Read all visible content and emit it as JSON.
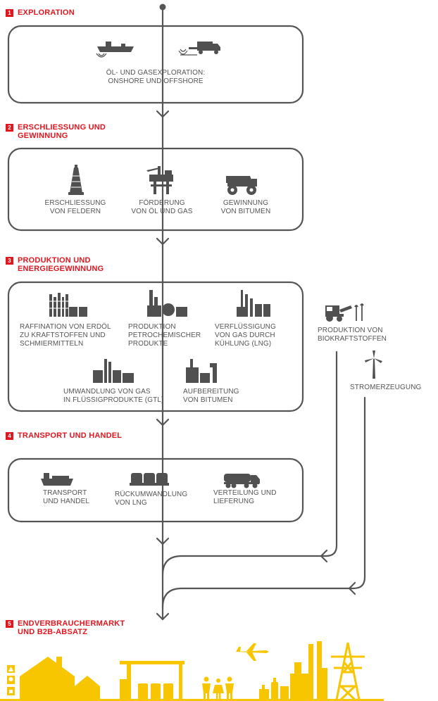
{
  "colors": {
    "accent_red": "#e2161f",
    "flow_gray": "#555555",
    "icon_gray": "#505050",
    "consumer_yellow": "#f7c600"
  },
  "sections": [
    {
      "num": "1",
      "title_lines": [
        "EXPLORATION"
      ]
    },
    {
      "num": "2",
      "title_lines": [
        "ERSCHLIESSUNG UND",
        "GEWINNUNG"
      ]
    },
    {
      "num": "3",
      "title_lines": [
        "PRODUKTION UND",
        "ENERGIEGEWINNUNG"
      ]
    },
    {
      "num": "4",
      "title_lines": [
        "TRANSPORT UND HANDEL"
      ]
    },
    {
      "num": "5",
      "title_lines": [
        "ENDVERBRAUCHERMARKT",
        "UND B2B-ABSATZ"
      ]
    }
  ],
  "exploration": {
    "items": [
      {
        "icon": "seismic-ship-icon"
      },
      {
        "icon": "seismic-truck-icon"
      }
    ],
    "label_lines": [
      "ÖL- UND GASEXPLORATION:",
      "ONSHORE UND OFFSHORE"
    ]
  },
  "development": {
    "items": [
      {
        "icon": "drilling-rig-icon",
        "label_lines": [
          "ERSCHLIESSUNG",
          "VON FELDERN"
        ]
      },
      {
        "icon": "offshore-platform-icon",
        "label_lines": [
          "FÖRDERUNG",
          "VON ÖL UND GAS"
        ]
      },
      {
        "icon": "mining-truck-icon",
        "label_lines": [
          "GEWINNUNG",
          "VON BITUMEN"
        ]
      }
    ]
  },
  "production": {
    "items": [
      {
        "icon": "refinery-icon",
        "label_lines": [
          "RAFFINATION VON ERDÖL",
          "ZU KRAFTSTOFFEN UND",
          "SCHMIERMITTELN"
        ]
      },
      {
        "icon": "chemical-plant-icon",
        "label_lines": [
          "PRODUKTION",
          "PETROCHEMISCHER",
          "PRODUKTE"
        ]
      },
      {
        "icon": "lng-plant-icon",
        "label_lines": [
          "VERFLÜSSIGUNG",
          "VON GAS DURCH",
          "KÜHLUNG (LNG)"
        ]
      },
      {
        "icon": "gtl-plant-icon",
        "label_lines": [
          "UMWANDLUNG VON GAS",
          "IN FLÜSSIGPRODUKTE (GTL)"
        ]
      },
      {
        "icon": "upgrader-icon",
        "label_lines": [
          "AUFBEREITUNG",
          "VON BITUMEN"
        ]
      }
    ]
  },
  "side": {
    "biofuels": {
      "icon": "harvester-icon",
      "label_lines": [
        "PRODUKTION VON",
        "BIOKRAFTSTOFFEN"
      ]
    },
    "power": {
      "icon": "wind-turbine-icon",
      "label": "STROMERZEUGUNG"
    }
  },
  "transport": {
    "items": [
      {
        "icon": "tanker-ship-icon",
        "label_lines": [
          "TRANSPORT",
          "UND HANDEL"
        ]
      },
      {
        "icon": "regasification-icon",
        "label_lines": [
          "RÜCKUMWANDLUNG",
          "VON LNG"
        ]
      },
      {
        "icon": "tanker-truck-icon",
        "label_lines": [
          "VERTEILUNG UND",
          "LIEFERUNG"
        ]
      }
    ]
  },
  "consumers": {
    "icons": [
      "energy-legend-icon",
      "house-icon",
      "filling-station-icon",
      "family-icon",
      "airplane-icon",
      "lubricants-icon",
      "industry-icon",
      "power-pylon-icon"
    ]
  }
}
